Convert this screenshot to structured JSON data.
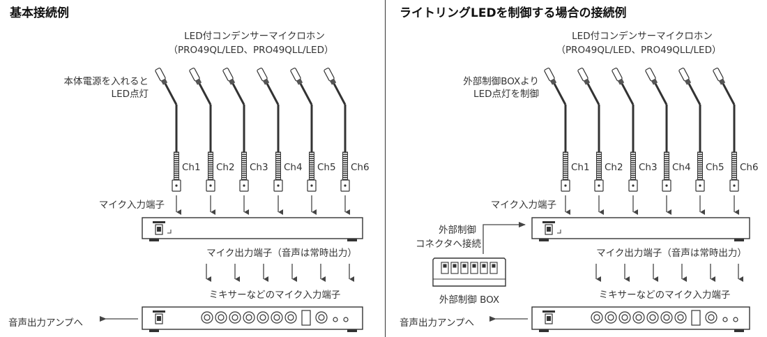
{
  "left": {
    "title": "基本接続例",
    "mic_model_line1": "LED付コンデンサーマイクロホン",
    "mic_model_line2": "（PRO49QL/LED、PRO49QLL/LED）",
    "note_line1": "本体電源を入れると",
    "note_line2": "LED点灯",
    "channels": [
      "Ch1",
      "Ch2",
      "Ch3",
      "Ch4",
      "Ch5",
      "Ch6"
    ],
    "mic_input_label": "マイク入力端子",
    "mic_output_label": "マイク出力端子（音声は常時出力）",
    "mixer_input_label": "ミキサーなどのマイク入力端子",
    "amp_label": "音声出力アンプへ"
  },
  "right": {
    "title": "ライトリングLEDを制御する場合の接続例",
    "mic_model_line1": "LED付コンデンサーマイクロホン",
    "mic_model_line2": "（PRO49QL/LED、PRO49QLL/LED）",
    "note_line1": "外部制御BOXより",
    "note_line2": "LED点灯を制御",
    "channels": [
      "Ch1",
      "Ch2",
      "Ch3",
      "Ch4",
      "Ch5",
      "Ch6"
    ],
    "mic_input_label": "マイク入力端子",
    "connector_label_line1": "外部制御",
    "connector_label_line2": "コネクタへ接続",
    "box_label": "外部制御 BOX",
    "mic_output_label": "マイク出力端子（音声は常時出力）",
    "mixer_input_label": "ミキサーなどのマイク入力端子",
    "amp_label": "音声出力アンプへ"
  }
}
